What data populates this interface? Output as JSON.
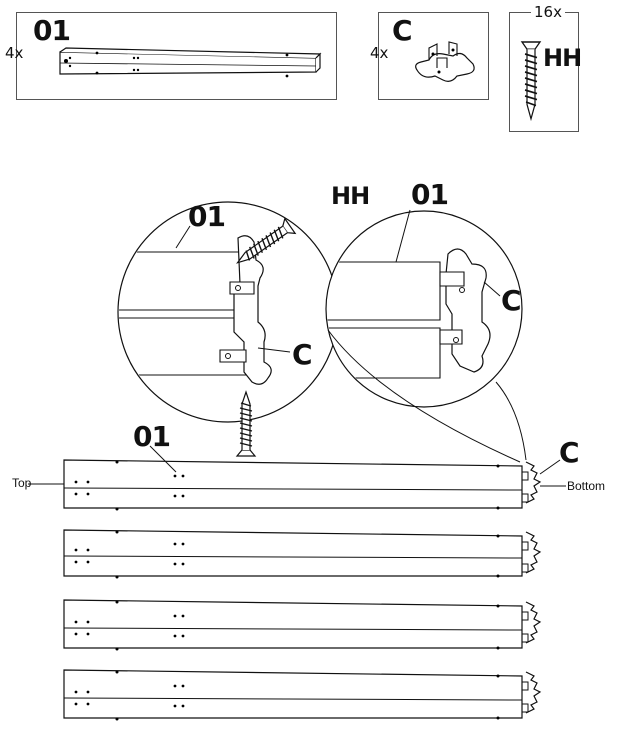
{
  "parts": {
    "leg": {
      "label": "01",
      "qty": "4x"
    },
    "bracket": {
      "label": "C",
      "qty": "4x"
    },
    "screw": {
      "label": "HH",
      "qty": "16x"
    }
  },
  "callouts": {
    "detail_left_part": "01",
    "detail_left_screw": "HH",
    "detail_left_bracket": "C",
    "detail_right_part": "01",
    "detail_right_bracket": "C",
    "main_part": "01",
    "main_bracket": "C"
  },
  "orientation": {
    "top": "Top",
    "bottom": "Bottom"
  }
}
